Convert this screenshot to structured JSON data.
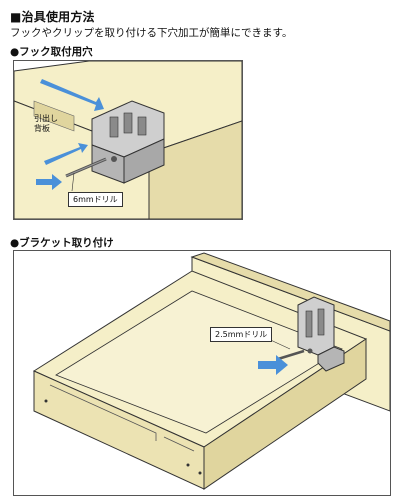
{
  "header": {
    "title": "■治具使用方法",
    "description": "フックやクリップを取り付ける下穴加工が簡単にできます。"
  },
  "section1": {
    "heading": "●フック取付用穴",
    "label_drawer_line1": "引出し",
    "label_drawer_line2": "背板",
    "label_drill": "6mmドリル"
  },
  "section2": {
    "heading": "●ブラケット取り付け",
    "label_drill": "2.5mmドリル"
  },
  "colors": {
    "wood": "#f5efc8",
    "wood_shade": "#e6dcaa",
    "wood_edge": "#d8cc94",
    "arrow": "#4a90d9",
    "jig": "#c9c9c9",
    "jig_dark": "#8a8a8a"
  }
}
